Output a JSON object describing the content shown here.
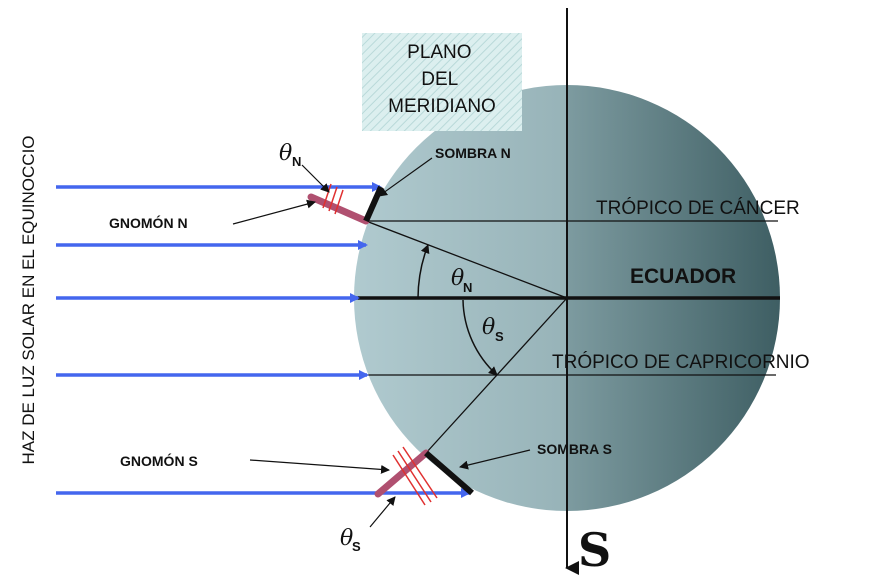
{
  "diagram": {
    "side_label": "HAZ DE LUZ SOLAR EN EL EQUINOCCIO",
    "plane_label": [
      "PLANO",
      "DEL",
      "MERIDIANO"
    ],
    "south_label": "S",
    "sombra_n": "SOMBRA N",
    "sombra_s": "SOMBRA S",
    "gnomon_n": "GNOMÓN N",
    "gnomon_s": "GNOMÓN S",
    "tropic_cancer": "TRÓPICO DE CÁNCER",
    "equator": "ECUADOR",
    "tropic_capricorn": "TRÓPICO DE CAPRICORNIO",
    "theta_symbol": "θ",
    "sub_n": "N",
    "sub_s": "S"
  },
  "colors": {
    "sunlight_arrow": "#4466ee",
    "gnomon": "#b05070",
    "gnomon_hatch": "#e03030",
    "globe_light": "#a9c4ca",
    "globe_dark": "#3e5e63",
    "plane_box": "#d7ecec"
  },
  "icons": [
    "sunlight-arrow",
    "gnomon-stick",
    "shadow-segment",
    "angle-arc"
  ]
}
